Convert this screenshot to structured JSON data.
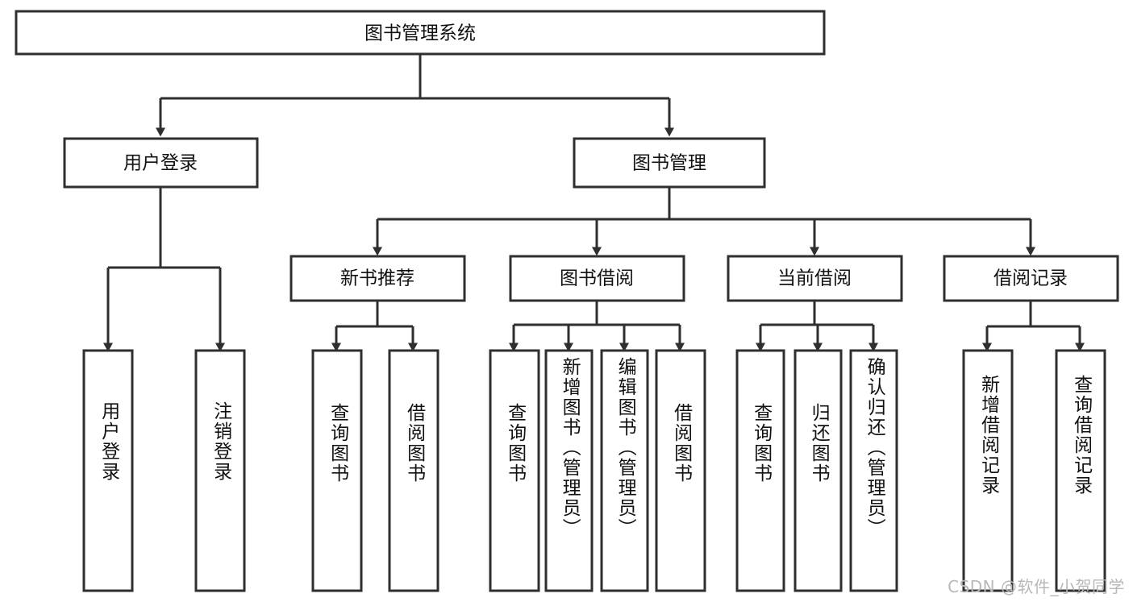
{
  "diagram": {
    "type": "tree-hierarchy",
    "title": "图书管理系统",
    "root": {
      "label": "图书管理系统",
      "level": 0
    },
    "level1": [
      {
        "id": "user-login",
        "label": "用户登录"
      },
      {
        "id": "book-management",
        "label": "图书管理"
      }
    ],
    "level2": [
      {
        "id": "new-book-recommend",
        "label": "新书推荐",
        "parent": "book-management"
      },
      {
        "id": "book-borrow",
        "label": "图书借阅",
        "parent": "book-management"
      },
      {
        "id": "current-borrow",
        "label": "当前借阅",
        "parent": "book-management"
      },
      {
        "id": "borrow-record",
        "label": "借阅记录",
        "parent": "book-management"
      }
    ],
    "leaves": [
      {
        "id": "leaf-user-login",
        "label": "用户登录",
        "parent": "user-login"
      },
      {
        "id": "leaf-logout-login",
        "label": "注销登录",
        "parent": "user-login"
      },
      {
        "id": "leaf-query-book-1",
        "label": "查询图书",
        "parent": "new-book-recommend"
      },
      {
        "id": "leaf-borrow-book-1",
        "label": "借阅图书",
        "parent": "new-book-recommend"
      },
      {
        "id": "leaf-query-book-2",
        "label": "查询图书",
        "parent": "book-borrow"
      },
      {
        "id": "leaf-add-book",
        "label": "新增图书（管理员）",
        "parent": "book-borrow"
      },
      {
        "id": "leaf-edit-book",
        "label": "编辑图书（管理员）",
        "parent": "book-borrow"
      },
      {
        "id": "leaf-borrow-book-2",
        "label": "借阅图书",
        "parent": "book-borrow"
      },
      {
        "id": "leaf-query-book-3",
        "label": "查询图书",
        "parent": "current-borrow"
      },
      {
        "id": "leaf-return-book",
        "label": "归还图书",
        "parent": "current-borrow"
      },
      {
        "id": "leaf-confirm-return",
        "label": "确认归还（管理员）",
        "parent": "current-borrow"
      },
      {
        "id": "leaf-add-record",
        "label": "新增借阅记录",
        "parent": "borrow-record"
      },
      {
        "id": "leaf-query-record",
        "label": "查询借阅记录",
        "parent": "borrow-record"
      }
    ],
    "watermark": "CSDN @软件_小贺同学",
    "colors": {
      "box_stroke": "#2f2f2f",
      "box_fill": "#ffffff",
      "text": "#111111",
      "background": "#ffffff",
      "watermark": "#b8b8b8"
    }
  }
}
